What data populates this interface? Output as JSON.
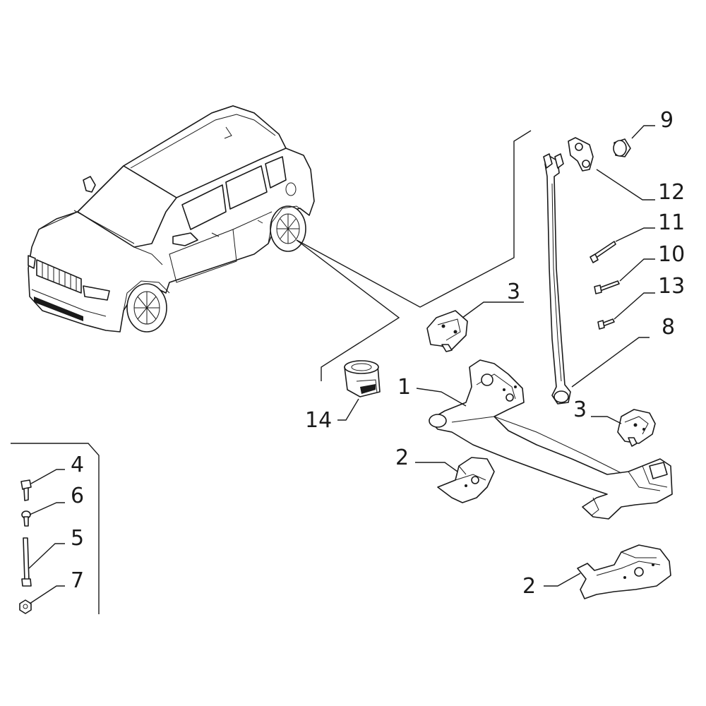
{
  "diagram": {
    "background": "#ffffff",
    "ink": "#1a1a1a",
    "callouts": {
      "c1": "1",
      "c2a": "2",
      "c2b": "2",
      "c3a": "3",
      "c3b": "3",
      "c4": "4",
      "c5": "5",
      "c6": "6",
      "c7": "7",
      "c8": "8",
      "c9": "9",
      "c10": "10",
      "c11": "11",
      "c12": "12",
      "c13": "13",
      "c14": "14"
    },
    "parts": [
      {
        "id": "vehicle",
        "icon": "suv-icon"
      },
      {
        "id": "rear-axle-beam",
        "callout": "1"
      },
      {
        "id": "bracket-lower",
        "callout": "2"
      },
      {
        "id": "bracket-upper",
        "callout": "3"
      },
      {
        "id": "bolt",
        "callout": "4"
      },
      {
        "id": "long-bolt",
        "callout": "5"
      },
      {
        "id": "screw",
        "callout": "6"
      },
      {
        "id": "nut",
        "callout": "7"
      },
      {
        "id": "panhard-rod",
        "callout": "8"
      },
      {
        "id": "bushing",
        "callout": "9"
      },
      {
        "id": "bolt-10",
        "callout": "10"
      },
      {
        "id": "bolt-11",
        "callout": "11"
      },
      {
        "id": "link-bracket",
        "callout": "12"
      },
      {
        "id": "screw-13",
        "callout": "13"
      },
      {
        "id": "bush-14",
        "callout": "14"
      }
    ]
  }
}
